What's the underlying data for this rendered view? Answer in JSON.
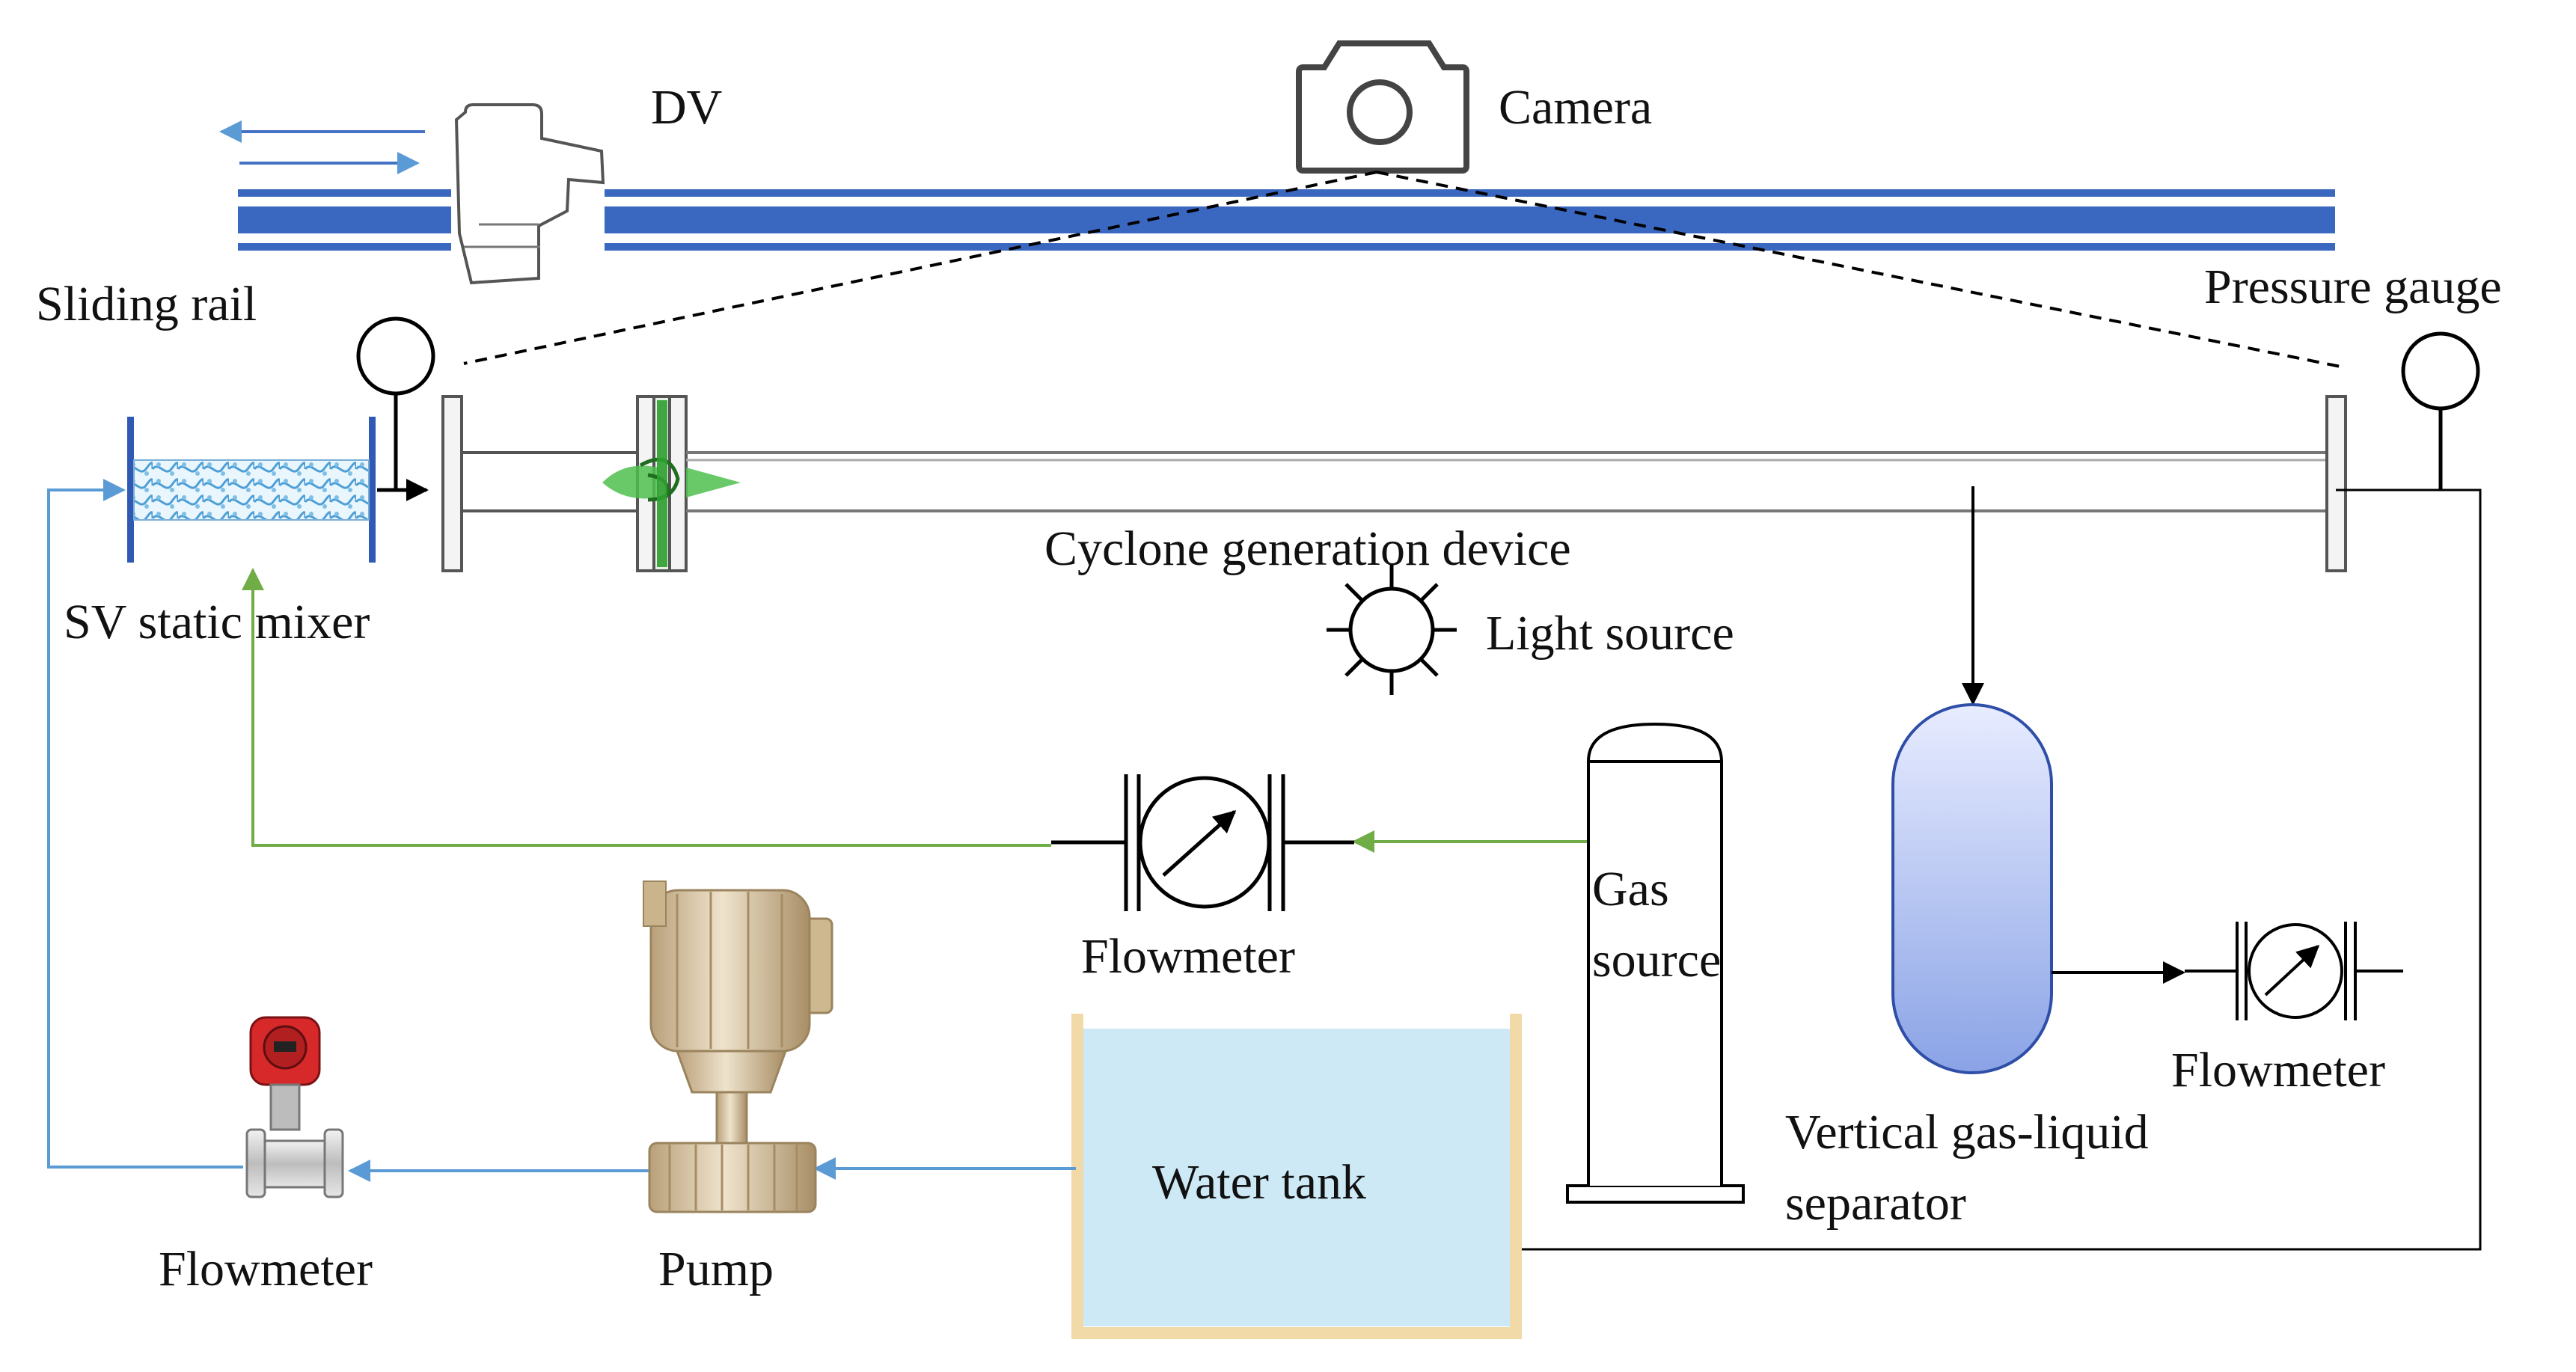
{
  "labels": {
    "dv": "DV",
    "camera": "Camera",
    "sliding_rail": "Sliding rail",
    "pressure_gauge": "Pressure gauge",
    "cyclone_device": "Cyclone  generation  device",
    "sv_mixer": "SV static  mixer",
    "light_source": "Light source",
    "gas_source_line1": "Gas",
    "gas_source_line2": "source",
    "flowmeter_gas": "Flowmeter",
    "separator_line1": "Vertical gas-liquid",
    "separator_line2": "separator",
    "flowmeter_separator": "Flowmeter",
    "water_tank": "Water tank",
    "pump": "Pump",
    "flowmeter_water": "Flowmeter"
  },
  "colors": {
    "water_line": "#5b9bd5",
    "gas_line": "#70ad47",
    "rail": "#3a67c0",
    "tank_fill": "#cde9f5",
    "tank_wall": "#f1d9a8",
    "separator_top": "#e6eaff",
    "separator_bottom": "#8ea6e6",
    "pump_body": "#d8c6a4",
    "mixer_flange": "#2f59b3",
    "swirler_green": "#4fbf4f"
  },
  "icons": [
    "camera-icon",
    "light-source-icon",
    "pressure-gauge-icon",
    "flowmeter-icon",
    "pump-icon",
    "dv-camera-icon"
  ]
}
